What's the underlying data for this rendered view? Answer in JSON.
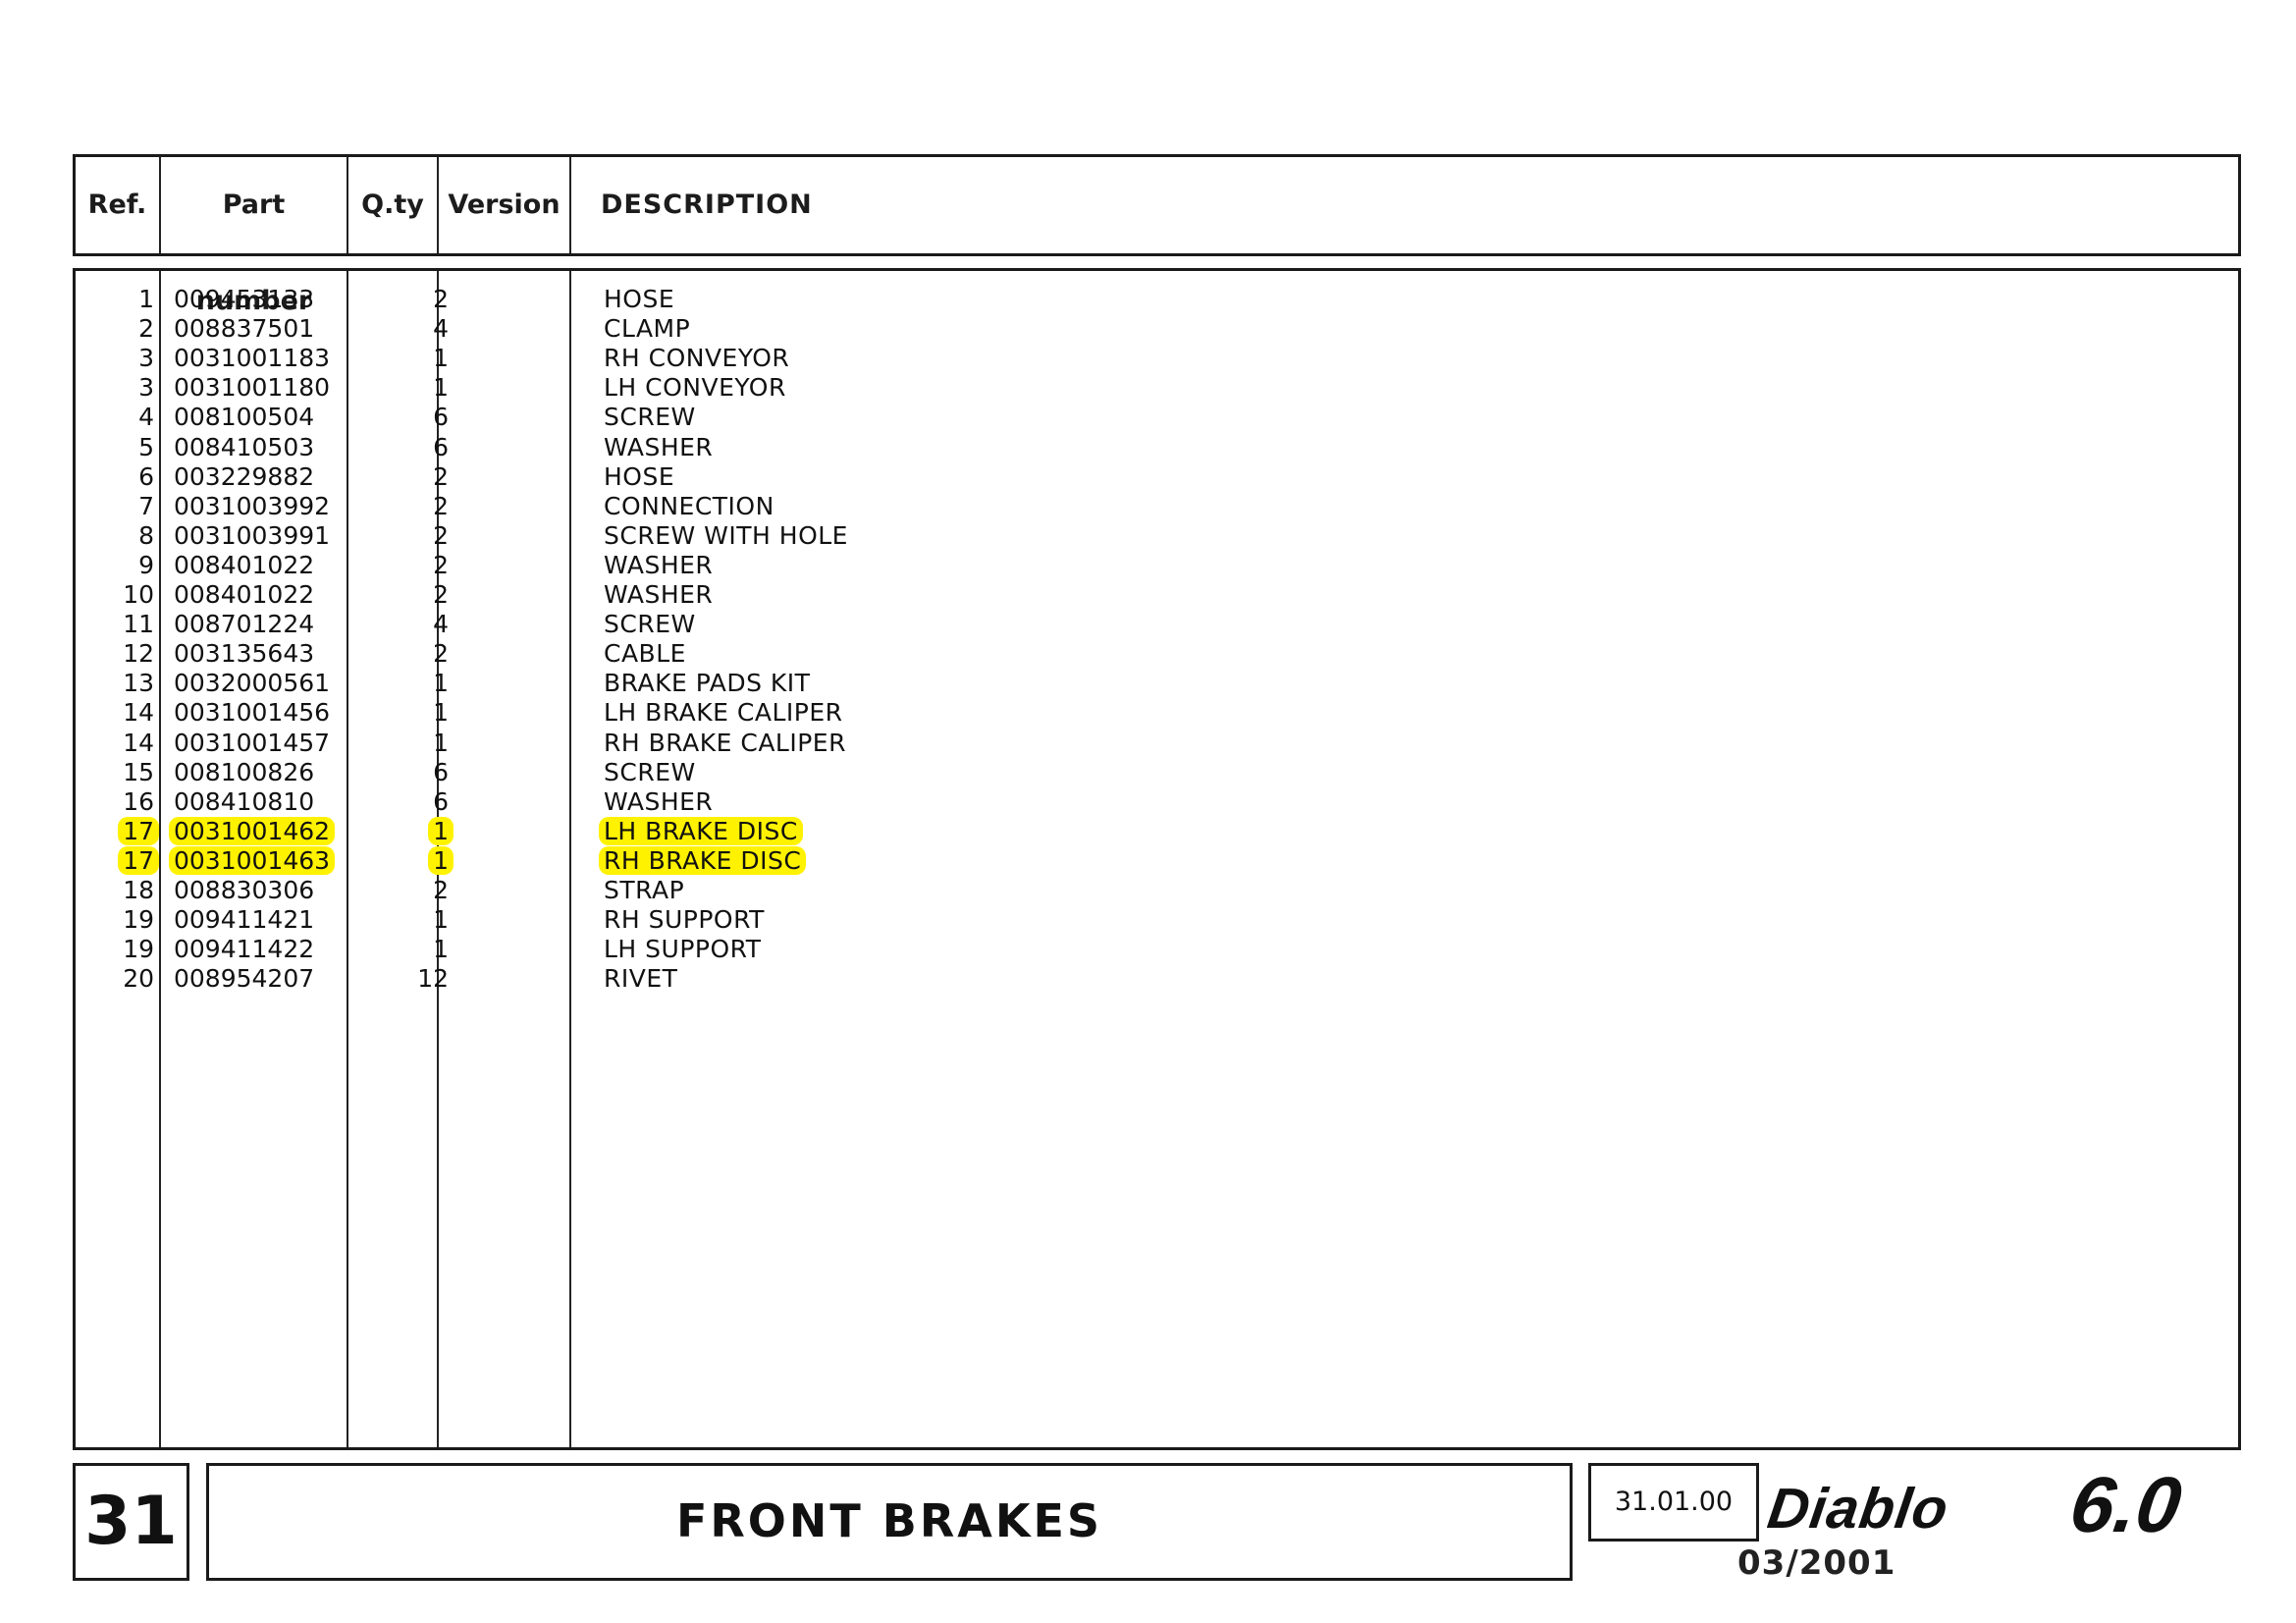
{
  "header": {
    "ref": "Ref.",
    "part_number": "Part number",
    "qty": "Q.ty",
    "version": "Version",
    "description": "DESCRIPTION"
  },
  "rows": [
    {
      "ref": "1",
      "part": "009453133",
      "qty": "2",
      "version": "",
      "desc": "HOSE",
      "highlight": false
    },
    {
      "ref": "2",
      "part": "008837501",
      "qty": "4",
      "version": "",
      "desc": "CLAMP",
      "highlight": false
    },
    {
      "ref": "3",
      "part": "0031001183",
      "qty": "1",
      "version": "",
      "desc": "RH CONVEYOR",
      "highlight": false
    },
    {
      "ref": "3",
      "part": "0031001180",
      "qty": "1",
      "version": "",
      "desc": "LH CONVEYOR",
      "highlight": false
    },
    {
      "ref": "4",
      "part": "008100504",
      "qty": "6",
      "version": "",
      "desc": "SCREW",
      "highlight": false
    },
    {
      "ref": "5",
      "part": "008410503",
      "qty": "6",
      "version": "",
      "desc": "WASHER",
      "highlight": false
    },
    {
      "ref": "6",
      "part": "003229882",
      "qty": "2",
      "version": "",
      "desc": "HOSE",
      "highlight": false
    },
    {
      "ref": "7",
      "part": "0031003992",
      "qty": "2",
      "version": "",
      "desc": "CONNECTION",
      "highlight": false
    },
    {
      "ref": "8",
      "part": "0031003991",
      "qty": "2",
      "version": "",
      "desc": "SCREW WITH HOLE",
      "highlight": false
    },
    {
      "ref": "9",
      "part": "008401022",
      "qty": "2",
      "version": "",
      "desc": "WASHER",
      "highlight": false
    },
    {
      "ref": "10",
      "part": "008401022",
      "qty": "2",
      "version": "",
      "desc": "WASHER",
      "highlight": false
    },
    {
      "ref": "11",
      "part": "008701224",
      "qty": "4",
      "version": "",
      "desc": "SCREW",
      "highlight": false
    },
    {
      "ref": "12",
      "part": "003135643",
      "qty": "2",
      "version": "",
      "desc": "CABLE",
      "highlight": false
    },
    {
      "ref": "13",
      "part": "0032000561",
      "qty": "1",
      "version": "",
      "desc": "BRAKE PADS KIT",
      "highlight": false
    },
    {
      "ref": "14",
      "part": "0031001456",
      "qty": "1",
      "version": "",
      "desc": "LH BRAKE CALIPER",
      "highlight": false
    },
    {
      "ref": "14",
      "part": "0031001457",
      "qty": "1",
      "version": "",
      "desc": "RH BRAKE CALIPER",
      "highlight": false
    },
    {
      "ref": "15",
      "part": "008100826",
      "qty": "6",
      "version": "",
      "desc": "SCREW",
      "highlight": false
    },
    {
      "ref": "16",
      "part": "008410810",
      "qty": "6",
      "version": "",
      "desc": "WASHER",
      "highlight": false
    },
    {
      "ref": "17",
      "part": "0031001462",
      "qty": "1",
      "version": "",
      "desc": "LH BRAKE DISC",
      "highlight": true
    },
    {
      "ref": "17",
      "part": "0031001463",
      "qty": "1",
      "version": "",
      "desc": "RH BRAKE DISC",
      "highlight": true
    },
    {
      "ref": "18",
      "part": "008830306",
      "qty": "2",
      "version": "",
      "desc": "STRAP",
      "highlight": false
    },
    {
      "ref": "19",
      "part": "009411421",
      "qty": "1",
      "version": "",
      "desc": "RH SUPPORT",
      "highlight": false
    },
    {
      "ref": "19",
      "part": "009411422",
      "qty": "1",
      "version": "",
      "desc": "LH SUPPORT",
      "highlight": false
    },
    {
      "ref": "20",
      "part": "008954207",
      "qty": "12",
      "version": "",
      "desc": "RIVET",
      "highlight": false
    }
  ],
  "footer": {
    "page_number": "31",
    "section_title": "FRONT BRAKES",
    "section_code": "31.01.00",
    "logo_text": "Diablo 6.0",
    "edition": "03/2001"
  },
  "colors": {
    "highlight": "#fff200",
    "border": "#1a1a1a"
  }
}
